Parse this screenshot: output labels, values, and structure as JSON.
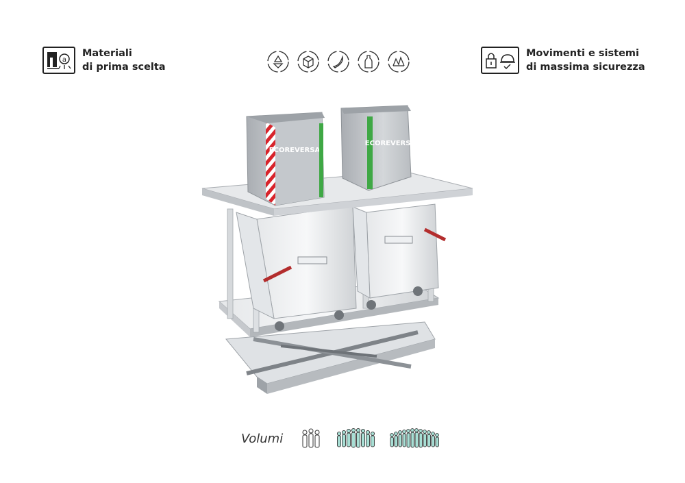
{
  "features": {
    "left": {
      "icon": "first-choice-material-icon",
      "line1": "Materiali",
      "line2": "di prima scelta"
    },
    "right": {
      "icon": "safety-lock-icon",
      "line1": "Movimenti e sistemi",
      "line2": "di massima sicurezza"
    }
  },
  "recycle_icons": [
    "recycle-icon",
    "box-recycle-icon",
    "banana-peel-icon",
    "bottle-icon",
    "glass-recycle-icon"
  ],
  "product": {
    "brand": "ECOREVERSA",
    "bins": [
      {
        "stripe": "red-white"
      },
      {
        "stripe": "green"
      }
    ]
  },
  "volumi": {
    "label": "Volumi",
    "levels": [
      {
        "icon": "people-small-icon",
        "filled": false
      },
      {
        "icon": "people-medium-icon",
        "filled": true
      },
      {
        "icon": "people-large-icon",
        "filled": true
      }
    ]
  },
  "colors": {
    "accent_teal": "#a8dfd5",
    "stripe_red": "#d8242b",
    "stripe_green": "#3fa845",
    "steel": "#c9ccd0"
  }
}
